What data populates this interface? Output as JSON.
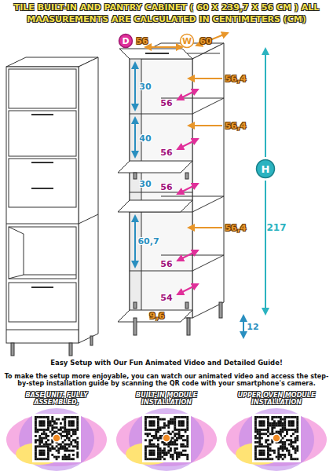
{
  "diagram": {
    "title": "TILE BUILT-IN AND PANTRY CABINET ( 60 X 239,7 X 56 CM ) ALL MAASUREMENTS ARE CALCULATED IN CENTIMETERS (CM)",
    "nodes": [
      {
        "text": [
          "D"
        ]
      },
      {
        "text": [
          "W"
        ]
      },
      {
        "text": [
          "H"
        ]
      }
    ],
    "labels": [
      "56",
      "60",
      "217",
      "30",
      "56,4",
      "56",
      "40",
      "56,4",
      "56",
      "56",
      "30",
      "60,7",
      "56,4",
      "56",
      "54",
      "9,6",
      "12",
      "Easy Setup with Our Fun Animated Video and Detailed Guide!",
      "To make the setup more enjoyable, you can watch our animated video and access the step-by-step installation guide by scanning the QR code with your smartphone's camera.",
      "BASE UNIT, FULLY ASSEMBLED,",
      "BUILT-IN MODULE INSTALLATION",
      "UPPER OVEN MODULE INSTALLATION"
    ]
  }
}
